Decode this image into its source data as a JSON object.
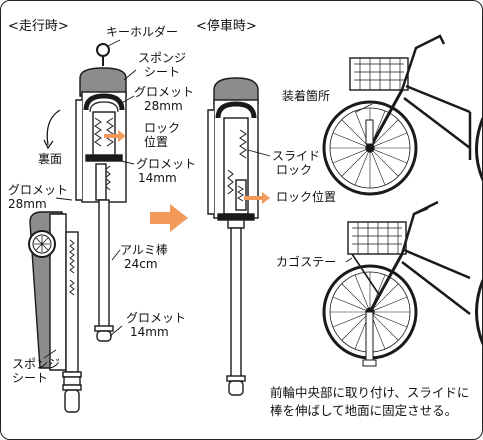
{
  "sections": {
    "riding": "<走行時>",
    "parking": "<停車時>"
  },
  "labels": {
    "keyholder": "キーホルダー",
    "sponge_top_1": "スポンジ",
    "sponge_top_2": "シート",
    "grommet28_1": "グロメット",
    "grommet28_2": "28mm",
    "lock_pos_1": "ロック",
    "lock_pos_2": "位置",
    "back_side": "裏面",
    "grommet14_1": "グロメット",
    "grommet14_2": "14mm",
    "grommet28_left_1": "グロメット",
    "grommet28_left_2": "28mm",
    "alu_rod_1": "アルミ棒",
    "alu_rod_2": "24cm",
    "grommet14_low_1": "グロメット",
    "grommet14_low_2": "14mm",
    "sponge_low_1": "スポンジ",
    "sponge_low_2": "シート",
    "slide_lock_1": "スライド",
    "slide_lock_2": "ロック",
    "lock_pos_park": "ロック位置",
    "mount_point": "装着箇所",
    "basket_stay": "カゴステー"
  },
  "note": {
    "line1": "前輪中央部に取り付け、スライドに",
    "line2": "棒を伸ばして地面に固定させる。"
  },
  "colors": {
    "accent": "#f39a5a",
    "sponge": "#8c8c8c",
    "line": "#1a1a1a"
  }
}
